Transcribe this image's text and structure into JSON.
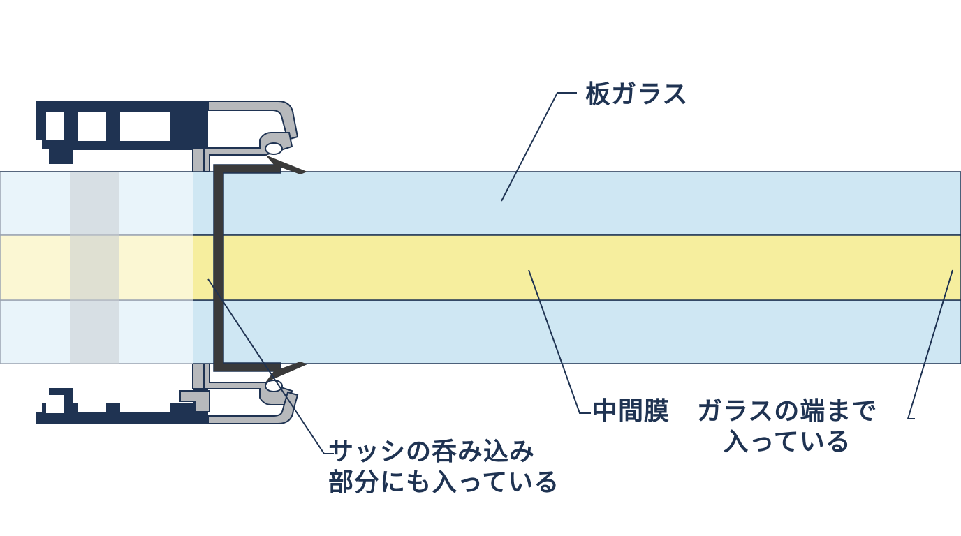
{
  "labels": {
    "glass": "板ガラス",
    "interlayer": "中間膜",
    "edge_line1": "ガラスの端まで",
    "edge_line2": "入っている",
    "sash_line1": "サッシの呑み込み",
    "sash_line2": "部分にも入っている"
  },
  "colors": {
    "glass": "#cfe7f3",
    "interlayer": "#f6ee9e",
    "frame_dark": "#1f3352",
    "frame_silver": "#b7b9bc",
    "gasket": "#3a3a3a",
    "label_text": "#1f3352"
  }
}
